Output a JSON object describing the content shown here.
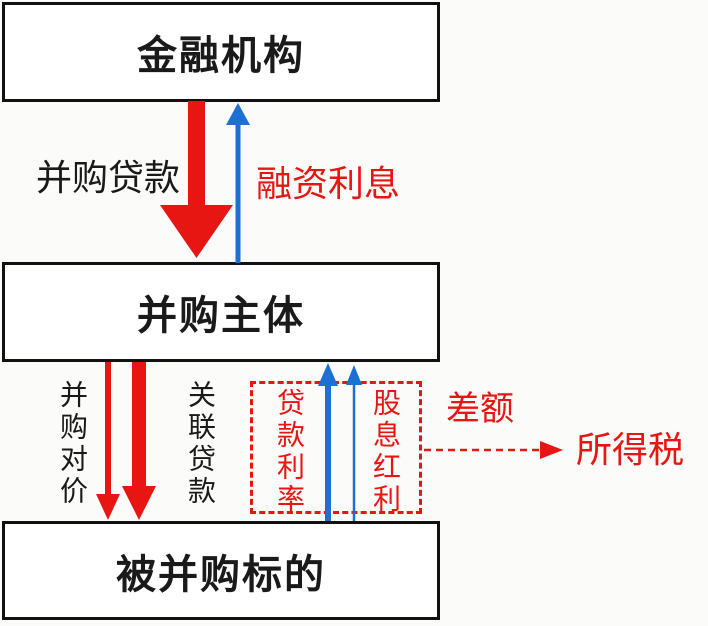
{
  "colors": {
    "red": "#e81613",
    "blue": "#1e6fd2",
    "ink": "#1a1a1a",
    "bg": "#fbfbfa",
    "box-bg": "#ffffff"
  },
  "boxes": {
    "financial_institution": {
      "label": "金融机构"
    },
    "ma_entity": {
      "label": "并购主体"
    },
    "target": {
      "label": "被并购标的"
    }
  },
  "flows": {
    "ma_loan": {
      "label": "并购贷款",
      "direction": "down",
      "color": "red",
      "style": "thick-arrow"
    },
    "financing_interest": {
      "label": "融资利息",
      "direction": "up",
      "color": "blue",
      "style": "thin-arrow"
    },
    "ma_consideration": {
      "label": "并购对价",
      "direction": "down",
      "color": "red",
      "style": "thin-arrow"
    },
    "related_loan": {
      "label": "关联贷款",
      "direction": "down",
      "color": "red",
      "style": "thick-arrow"
    },
    "loan_interest_rate": {
      "label": "贷款利率",
      "direction": "up",
      "color": "blue",
      "style": "thick-arrow"
    },
    "dividend": {
      "label": "股息红利",
      "direction": "up",
      "color": "blue",
      "style": "thin-arrow"
    },
    "difference": {
      "label": "差额",
      "direction": "right",
      "color": "red",
      "style": "dashed-arrow"
    },
    "income_tax": {
      "label": "所得税",
      "color": "red"
    }
  }
}
